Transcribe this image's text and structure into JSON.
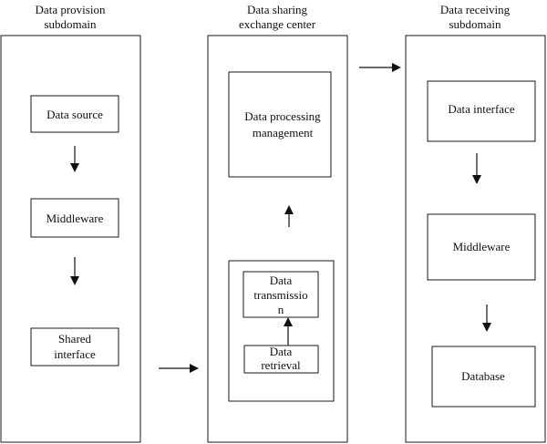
{
  "columns": {
    "provision": {
      "title_line1": "Data provision",
      "title_line2": "subdomain"
    },
    "exchange": {
      "title_line1": "Data sharing",
      "title_line2": "exchange center"
    },
    "receiving": {
      "title_line1": "Data receiving",
      "title_line2": "subdomain"
    }
  },
  "provision_boxes": {
    "data_source": "Data source",
    "middleware": "Middleware",
    "shared_interface_line1": "Shared",
    "shared_interface_line2": "interface"
  },
  "exchange_boxes": {
    "processing_line1": "Data processing",
    "processing_line2": "management",
    "transmission_line1": "Data",
    "transmission_line2": "transmissio",
    "transmission_line3": "n",
    "retrieval_line1": "Data",
    "retrieval_line2": "retrieval"
  },
  "receiving_boxes": {
    "data_interface": "Data interface",
    "middleware": "Middleware",
    "database": "Database"
  }
}
